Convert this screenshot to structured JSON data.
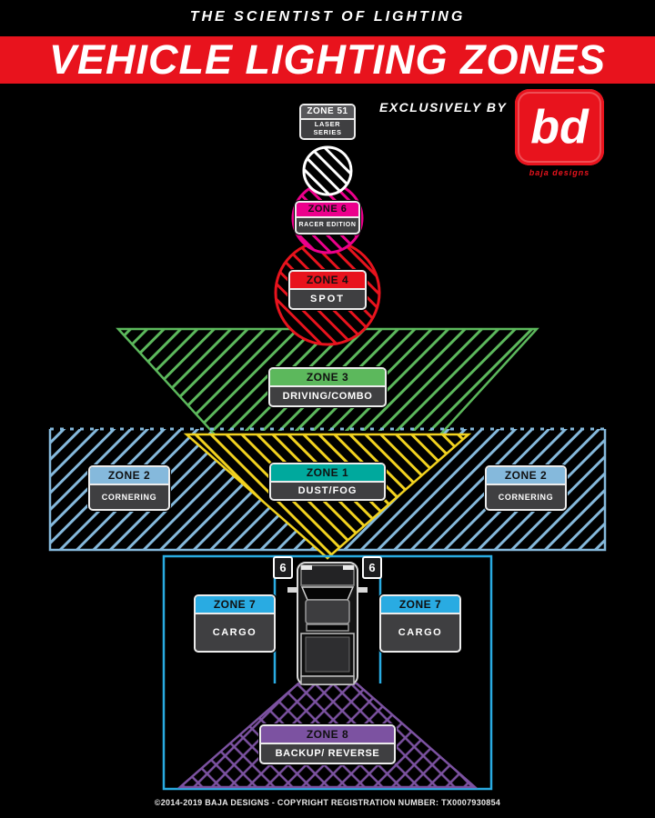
{
  "header": {
    "tagline": "THE SCIENTIST OF LIGHTING",
    "title": "VEHICLE LIGHTING ZONES",
    "exclusively_by": "EXCLUSIVELY BY",
    "banner_color": "#e8131d",
    "logo": {
      "monogram": "bd",
      "name": "baja designs",
      "color": "#e8131d"
    }
  },
  "zones": {
    "zone51": {
      "label": "ZONE 51",
      "description": "LASER SERIES",
      "color": "#ffffff"
    },
    "zone6": {
      "label": "ZONE 6",
      "description": "RACER EDITION",
      "color": "#ec008c"
    },
    "zone4": {
      "label": "ZONE 4",
      "description": "SPOT",
      "color": "#e8131d"
    },
    "zone3": {
      "label": "ZONE 3",
      "description": "DRIVING/COMBO",
      "color": "#5cb85c"
    },
    "zone1": {
      "label": "ZONE 1",
      "description": "DUST/FOG",
      "beam_color": "#f2d21f",
      "header_color": "#00a99d"
    },
    "zone2_left": {
      "label": "ZONE 2",
      "description": "CORNERING",
      "color": "#85b9dc"
    },
    "zone2_right": {
      "label": "ZONE 2",
      "description": "CORNERING",
      "color": "#85b9dc"
    },
    "zone7_left": {
      "label": "ZONE 7",
      "description": "CARGO",
      "color": "#29abe2"
    },
    "zone7_right": {
      "label": "ZONE 7",
      "description": "CARGO",
      "color": "#29abe2"
    },
    "zone8": {
      "label": "ZONE 8",
      "description": "BACKUP/ REVERSE",
      "color": "#7c52a1"
    },
    "front_markers": {
      "left": "6",
      "right": "6"
    }
  },
  "footer": {
    "copyright": "©2014-2019 BAJA DESIGNS - COPYRIGHT REGISTRATION NUMBER: TX0007930854"
  }
}
